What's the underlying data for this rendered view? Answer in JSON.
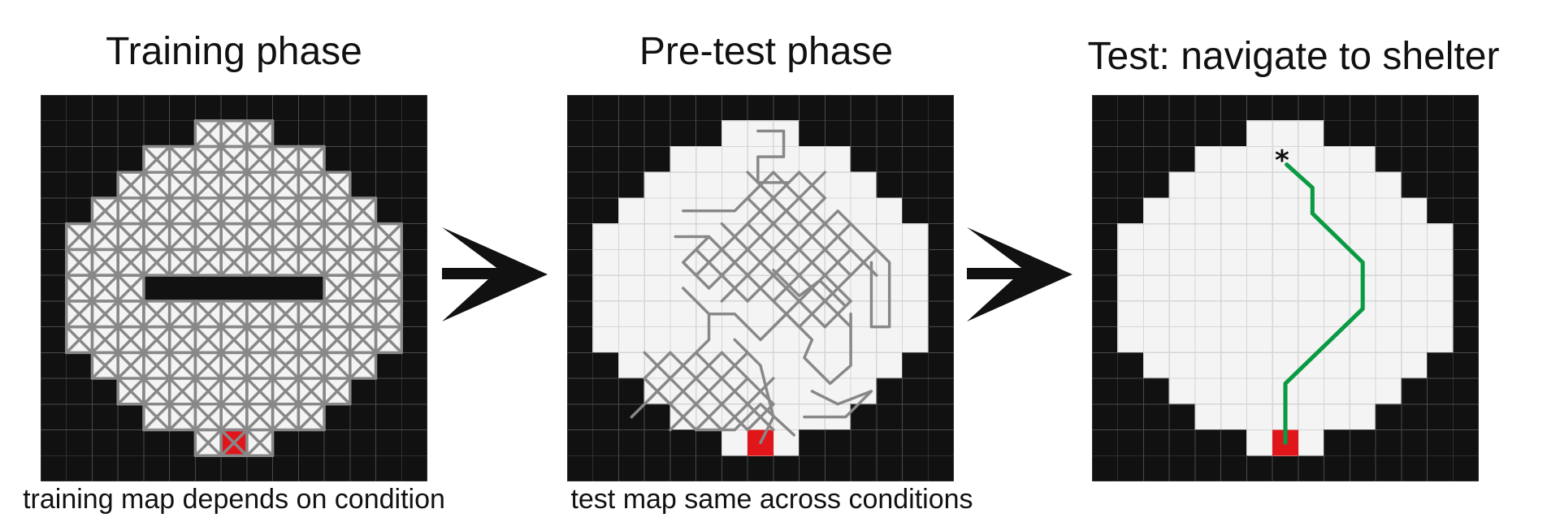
{
  "panels": [
    {
      "title": "Training phase",
      "caption": "training map depends on condition"
    },
    {
      "title": "Pre-test phase",
      "caption": "test map same across conditions"
    },
    {
      "title": "Test: navigate to shelter",
      "caption": ""
    }
  ],
  "start_marker": "*",
  "colors": {
    "wall": "#111111",
    "floor": "#f4f4f4",
    "gridline": "#d6d6d6",
    "wallgrid": "#4a4a4a",
    "shelter": "#e0161b",
    "trajectory": "#888888",
    "test_path": "#0a9a43",
    "arrow": "#111111"
  },
  "icons": [
    "arrow-right-icon",
    "arrow-right-icon"
  ]
}
